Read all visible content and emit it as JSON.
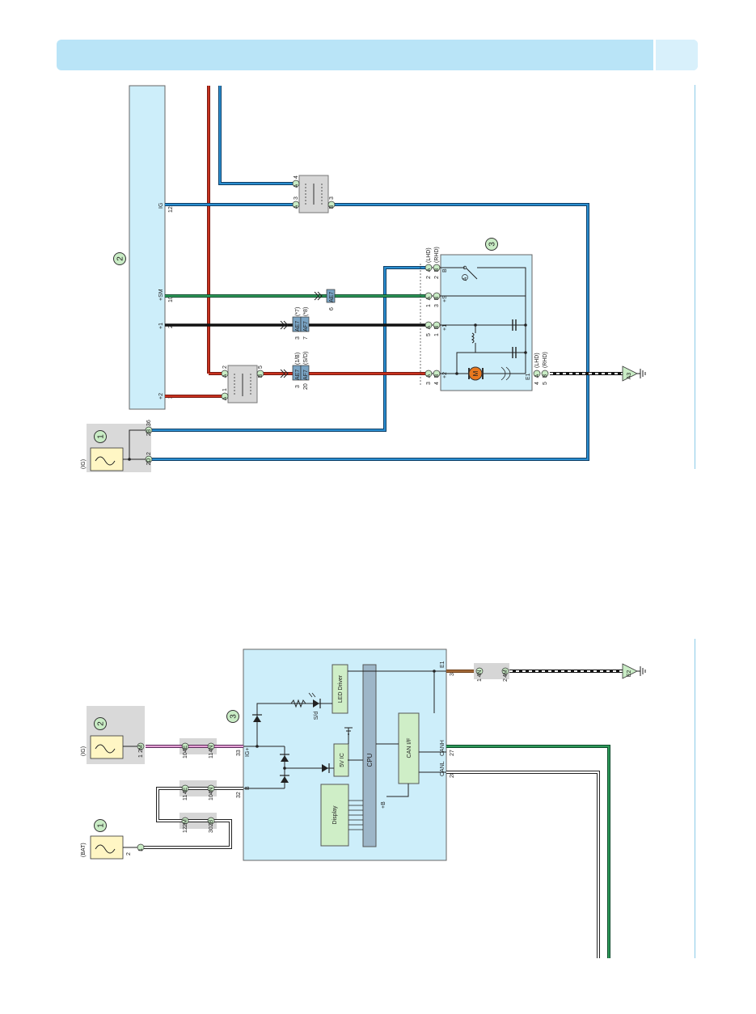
{
  "diagram_top": {
    "ecu_pins": {
      "ig_name": "IG",
      "ig_num": "12",
      "plus_sm_name": "+SM",
      "plus_sm_num": "10",
      "plus1_name": "+1",
      "plus1_num": "2",
      "plus2_name": "+2",
      "plus2_num": "3"
    },
    "markers": {
      "ecu": "2",
      "fuse": "1",
      "motor": "3"
    },
    "fuse_box": {
      "label": "(IG)",
      "pin_a": "36",
      "conn_a": "2B",
      "pin_b": "2",
      "conn_b": "2D"
    },
    "junction_upper": {
      "pin1": "4",
      "conn1": "A",
      "pin2": "3",
      "conn2": "A",
      "pin3": "3",
      "conn3": "B"
    },
    "junction_lower": {
      "pin1": "2",
      "conn1": "A",
      "pin2": "1",
      "conn2": "A",
      "pin3": "5",
      "conn3": "B"
    },
    "inline_connectors": {
      "c1_num": "6",
      "c1_label": "AE7",
      "c2_num_a": "3",
      "c2_label_a": "AE7",
      "c2_tag_a": "(*7)",
      "c2_num_b": "7",
      "c2_label_b": "AF7",
      "c2_tag_b": "(*8)",
      "c3_num_a": "3",
      "c3_label_a": "AE7",
      "c3_tag_a": "(1/B)",
      "c3_num_b": "20",
      "c3_label_b": "AF7",
      "c3_tag_b": "(S/D)"
    },
    "motor_unit": {
      "pin_b": "B",
      "pin_plus_s": "+S",
      "pin_plus1": "+1",
      "pin_plus2": "+2",
      "pin_e1": "E1",
      "lhd": "(LHD)",
      "rhd": "(RHD)",
      "b_lhd_num": "2",
      "b_lhd_conn": "A",
      "b_rhd_num": "2",
      "b_rhd_conn": "B",
      "s_lhd_num": "1",
      "s_lhd_conn": "A",
      "s_rhd_num": "3",
      "s_rhd_conn": "B",
      "p1_lhd_num": "5",
      "p1_lhd_conn": "A",
      "p1_rhd_num": "1",
      "p1_rhd_conn": "B",
      "p2_lhd_num": "3",
      "p2_lhd_conn": "A",
      "p2_rhd_num": "4",
      "p2_rhd_conn": "B",
      "e1_lhd_num": "4",
      "e1_lhd_conn": "A",
      "e1_rhd_num": "5",
      "e1_rhd_conn": "B",
      "motor_symbol": "M",
      "switch_symbol": "A"
    },
    "ground": "A3"
  },
  "diagram_bottom": {
    "markers": {
      "bat_fuse": "1",
      "ig_fuse": "2",
      "meter": "3"
    },
    "bat_fuse": {
      "label": "(BAT)",
      "pin": "2",
      "conn": "1"
    },
    "ig_fuse": {
      "label": "(IG)",
      "pin": "1",
      "conn": "2M"
    },
    "junction_left": {
      "a_num": "10",
      "a_conn": "4E",
      "b_num": "11",
      "b_conn": "4E",
      "c_num": "12",
      "c_conn": "2M"
    },
    "junction_right": {
      "a_num": "11",
      "a_conn": "4N",
      "b_num": "10",
      "b_conn": "4N",
      "c_num": "30",
      "c_conn": "2B"
    },
    "meter_pins": {
      "ig_plus_name": "IG+",
      "ig_plus_num": "33",
      "b_name": "B",
      "b_num": "32",
      "e1_name": "E1",
      "e1_num": "30",
      "canh_name": "CANH",
      "canh_num": "27",
      "canl_name": "CANL",
      "canl_num": "28"
    },
    "blocks": {
      "led_driver": "LED Driver",
      "cpu": "CPU",
      "can_if": "CAN I/F",
      "five_v_ic": "5V IC",
      "display": "Display",
      "plus_b": "+B",
      "led": "S/d"
    },
    "ground_conn": {
      "a_num": "1",
      "a_conn": "4N",
      "b_num": "2",
      "b_conn": "4M"
    },
    "ground": "E2"
  }
}
